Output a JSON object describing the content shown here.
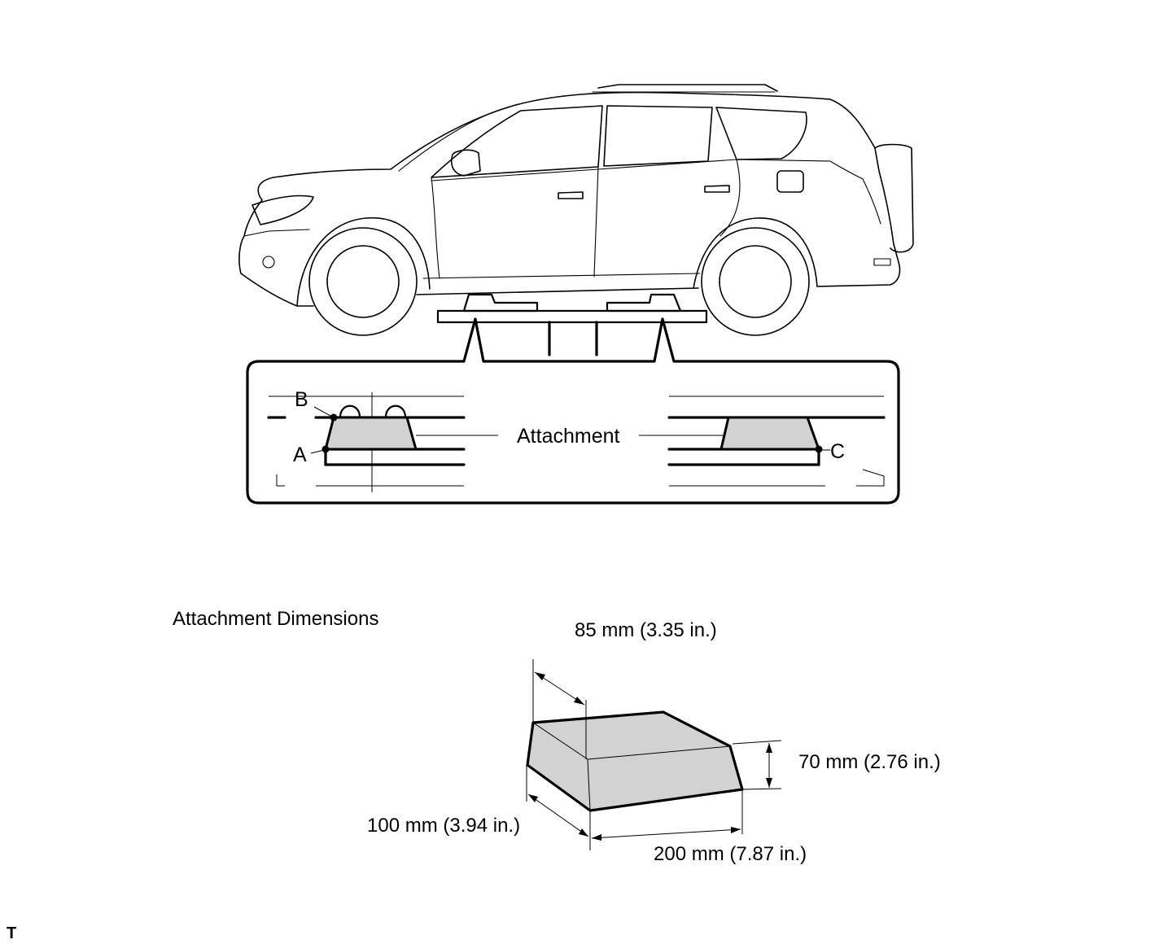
{
  "figure": {
    "callout": {
      "attachment_label": "Attachment",
      "point_a": "A",
      "point_b": "B",
      "point_c": "C"
    },
    "dimensions": {
      "heading": "Attachment Dimensions",
      "top_width": "85 mm (3.35 in.)",
      "height": "70 mm (2.76 in.)",
      "depth": "100 mm (3.94 in.)",
      "length": "200 mm (7.87 in.)"
    },
    "corner_code": "T"
  },
  "colors": {
    "attachment_fill": "#d2d2d2",
    "line": "#000000",
    "background": "#ffffff"
  }
}
